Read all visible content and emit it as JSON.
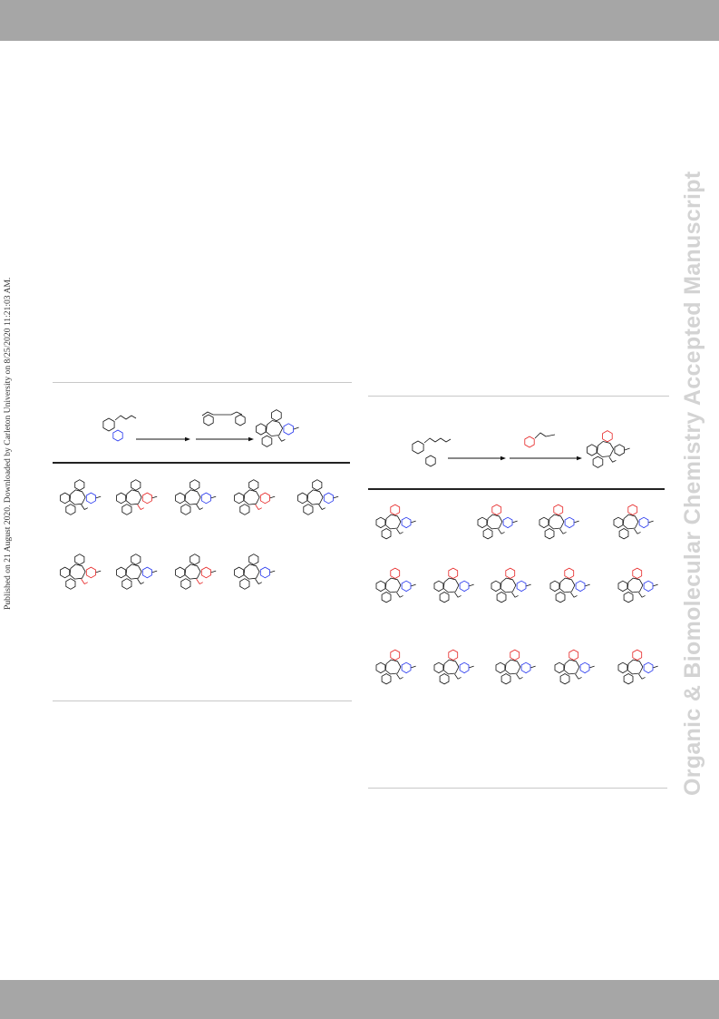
{
  "page": {
    "side_note": "Published on 21 August 2020. Downloaded by Carleton University on 8/25/2020 11:21:03 AM.",
    "watermark": "Organic & Biomolecular Chemistry Accepted Manuscript"
  },
  "colors": {
    "header_bar": "#a6a6a6",
    "footer_bar": "#a6a6a6",
    "watermark": "#d3d3d3",
    "highlight_blue": "#2233ee",
    "highlight_red": "#e62222"
  },
  "schemes": [
    {
      "id": "left-scheme",
      "product_rows": 2,
      "products_per_row": [
        5,
        4
      ]
    },
    {
      "id": "right-scheme",
      "product_rows": 3,
      "products_per_row": [
        4,
        5,
        5
      ]
    }
  ]
}
